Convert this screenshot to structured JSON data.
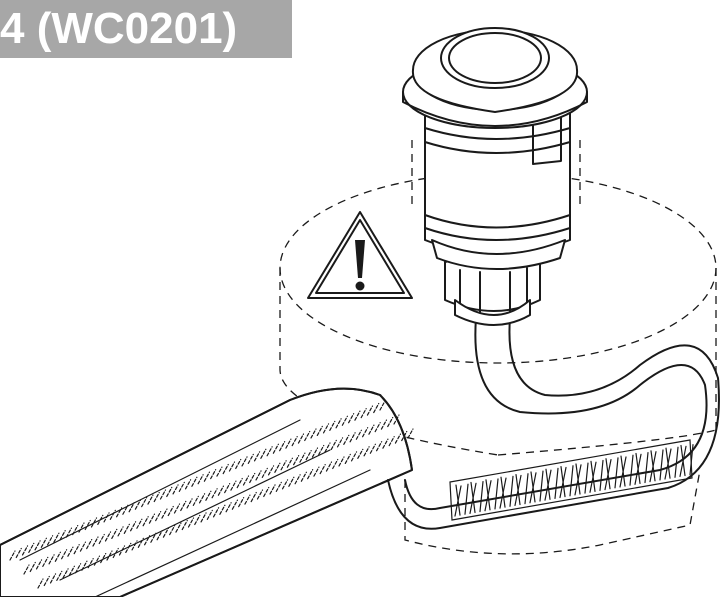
{
  "header": {
    "label": "4 (WC0201)",
    "label_background": "#a7a7a7",
    "label_color": "#ffffff"
  },
  "diagram": {
    "parts": [
      "air-button",
      "button-collar",
      "button-body",
      "hex-nut",
      "air-tube",
      "flexible-hose",
      "warning-triangle",
      "cutout-outline"
    ],
    "warning_icon": "exclamation-triangle-icon"
  }
}
